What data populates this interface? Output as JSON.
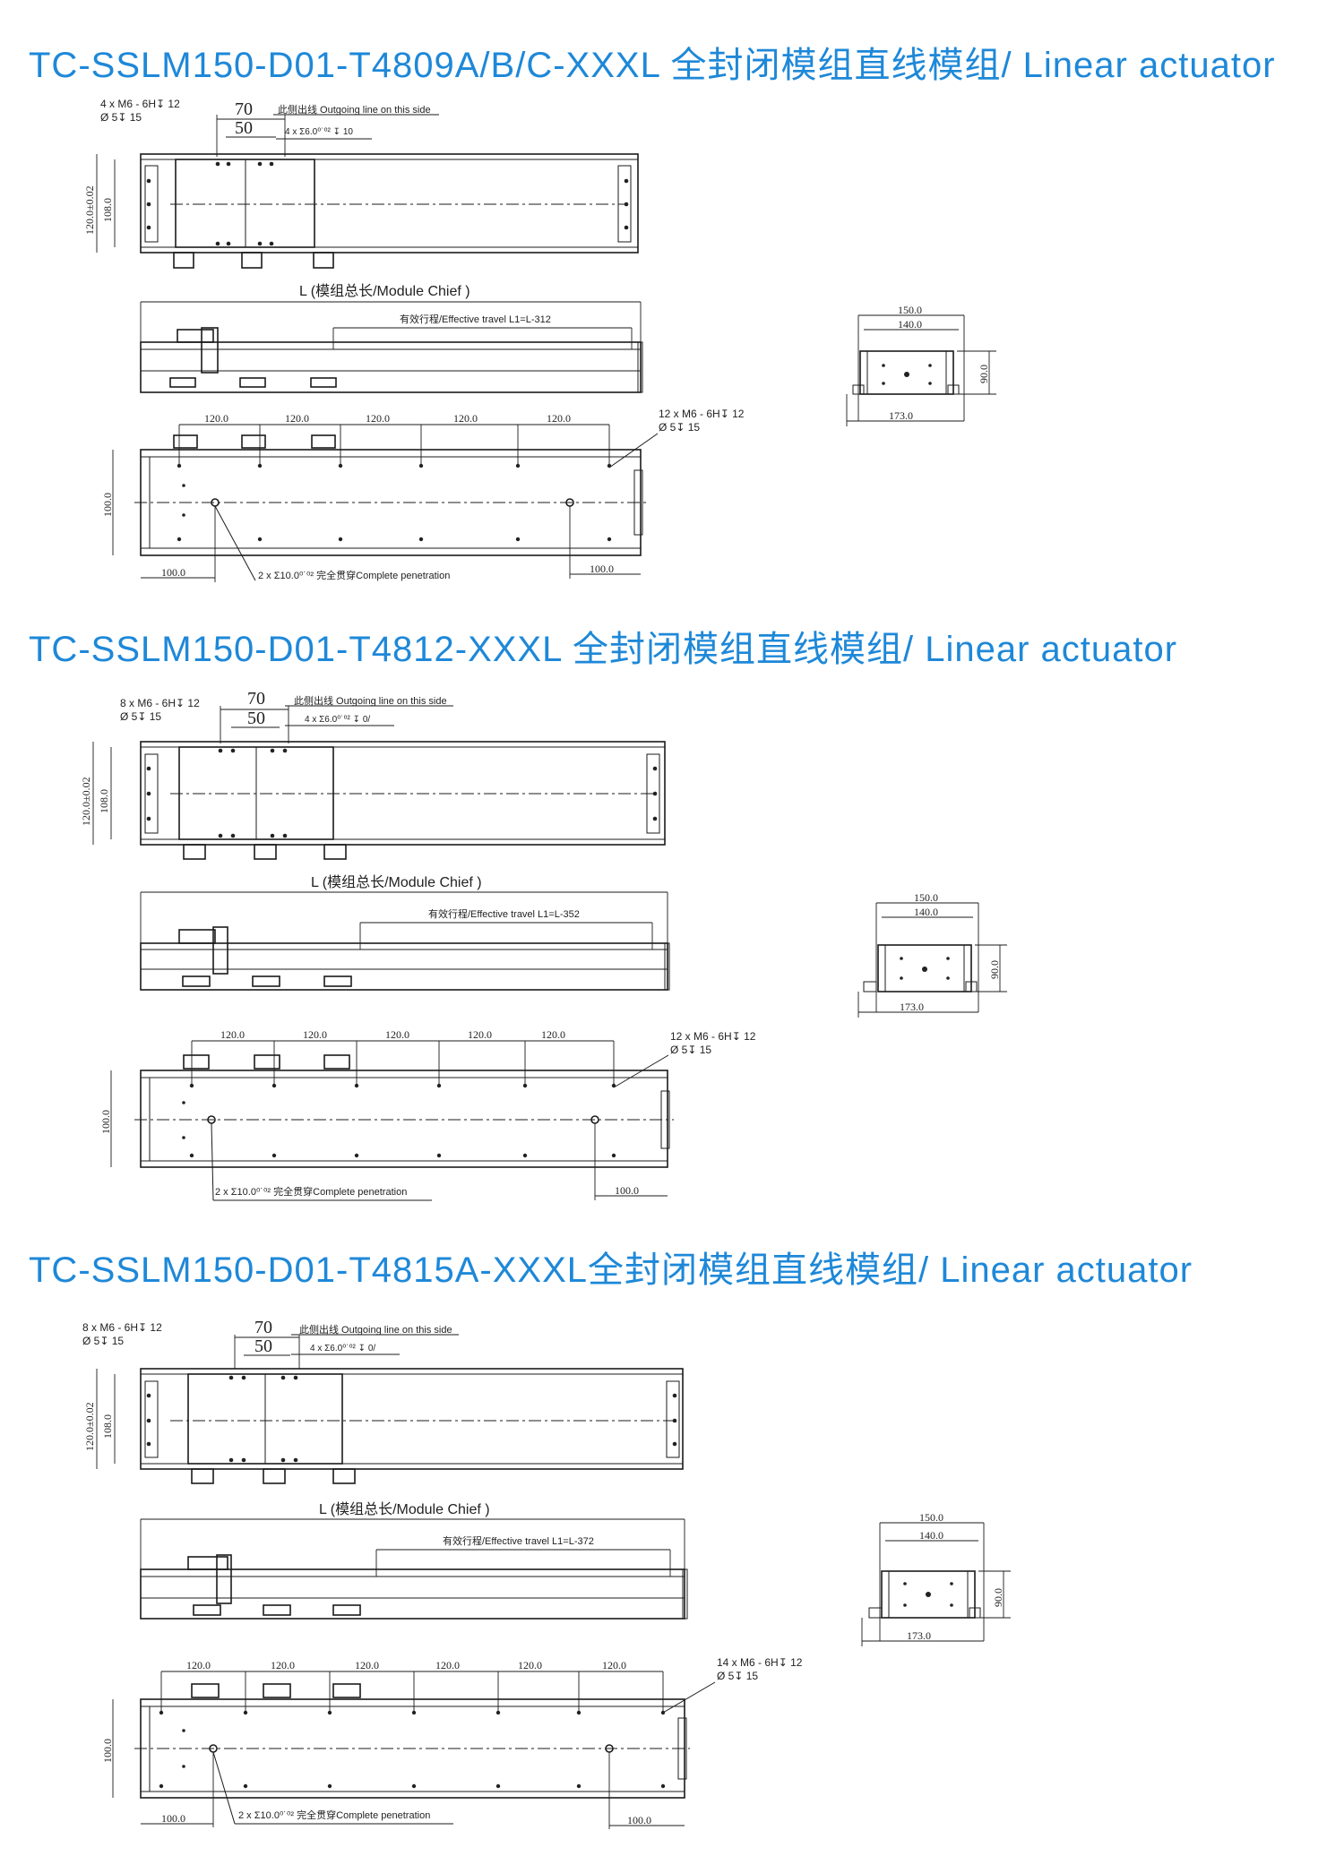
{
  "sections": [
    {
      "title": "TC-SSLM150-D01-T4809A/B/C-XXXL 全封闭模组直线模组/ Linear actuator",
      "top": {
        "note_holes_a": "4 x  M6 - 6H↧ 12",
        "note_holes_b": "Ø 5↧ 15",
        "dim_70": "70",
        "dim_50": "50",
        "outgoing": "此侧出线 Outgoing line on this side",
        "pin_note": "4 x Σ6.0⁰˙⁰² ↧ 10",
        "height_120": "120.0±0.02",
        "height_108": "108.0"
      },
      "side": {
        "length_label": "L (模组总长/Module Chief )",
        "travel_label": "有效行程/Effective travel L1=L-312"
      },
      "bottom": {
        "pitches": [
          "120.0",
          "120.0",
          "120.0",
          "120.0",
          "120.0"
        ],
        "holes_a": "12 x  M6 - 6H↧ 12",
        "holes_b": "Ø 5↧ 15",
        "height_100": "100.0",
        "left_100": "100.0",
        "right_100": "100.0",
        "pen_note": "2 x Σ10.0⁰˙⁰² 完全贯穿Complete penetration"
      },
      "end": {
        "w150": "150.0",
        "w140": "140.0",
        "w173": "173.0",
        "h90": "90.0"
      }
    },
    {
      "title": "TC-SSLM150-D01-T4812-XXXL 全封闭模组直线模组/ Linear actuator",
      "top": {
        "note_holes_a": "8 x  M6 - 6H↧ 12",
        "note_holes_b": "Ø 5↧ 15",
        "dim_70": "70",
        "dim_50": "50",
        "outgoing": "此侧出线 Outgoing line on this side",
        "pin_note": "4 x Σ6.0⁰˙⁰² ↧ 0/",
        "height_120": "120.0±0.02",
        "height_108": "108.0"
      },
      "side": {
        "length_label": "L (模组总长/Module Chief )",
        "travel_label": "有效行程/Effective travel L1=L-352"
      },
      "bottom": {
        "pitches": [
          "120.0",
          "120.0",
          "120.0",
          "120.0",
          "120.0"
        ],
        "holes_a": "12 x  M6 - 6H↧ 12",
        "holes_b": "Ø 5↧ 15",
        "height_100": "100.0",
        "left_100": "",
        "right_100": "100.0",
        "pen_note": "2 x Σ10.0⁰˙⁰² 完全贯穿Complete penetration"
      },
      "end": {
        "w150": "150.0",
        "w140": "140.0",
        "w173": "173.0",
        "h90": "90.0"
      }
    },
    {
      "title": "TC-SSLM150-D01-T4815A-XXXL全封闭模组直线模组/ Linear actuator",
      "top": {
        "note_holes_a": "8 x  M6 - 6H↧ 12",
        "note_holes_b": "Ø 5↧ 15",
        "dim_70": "70",
        "dim_50": "50",
        "outgoing": "此侧出线 Outgoing line on this side",
        "pin_note": "4 x Σ6.0⁰˙⁰² ↧ 0/",
        "height_120": "120.0±0.02",
        "height_108": "108.0"
      },
      "side": {
        "length_label": "L (模组总长/Module Chief )",
        "travel_label": "有效行程/Effective travel L1=L-372"
      },
      "bottom": {
        "pitches": [
          "120.0",
          "120.0",
          "120.0",
          "120.0",
          "120.0",
          "120.0"
        ],
        "holes_a": "14 x  M6 - 6H↧ 12",
        "holes_b": "Ø 5↧ 15",
        "height_100": "100.0",
        "left_100": "100.0",
        "right_100": "100.0",
        "pen_note": "2 x Σ10.0⁰˙⁰² 完全贯穿Complete penetration"
      },
      "end": {
        "w150": "150.0",
        "w140": "140.0",
        "w173": "173.0",
        "h90": "90.0"
      }
    }
  ]
}
